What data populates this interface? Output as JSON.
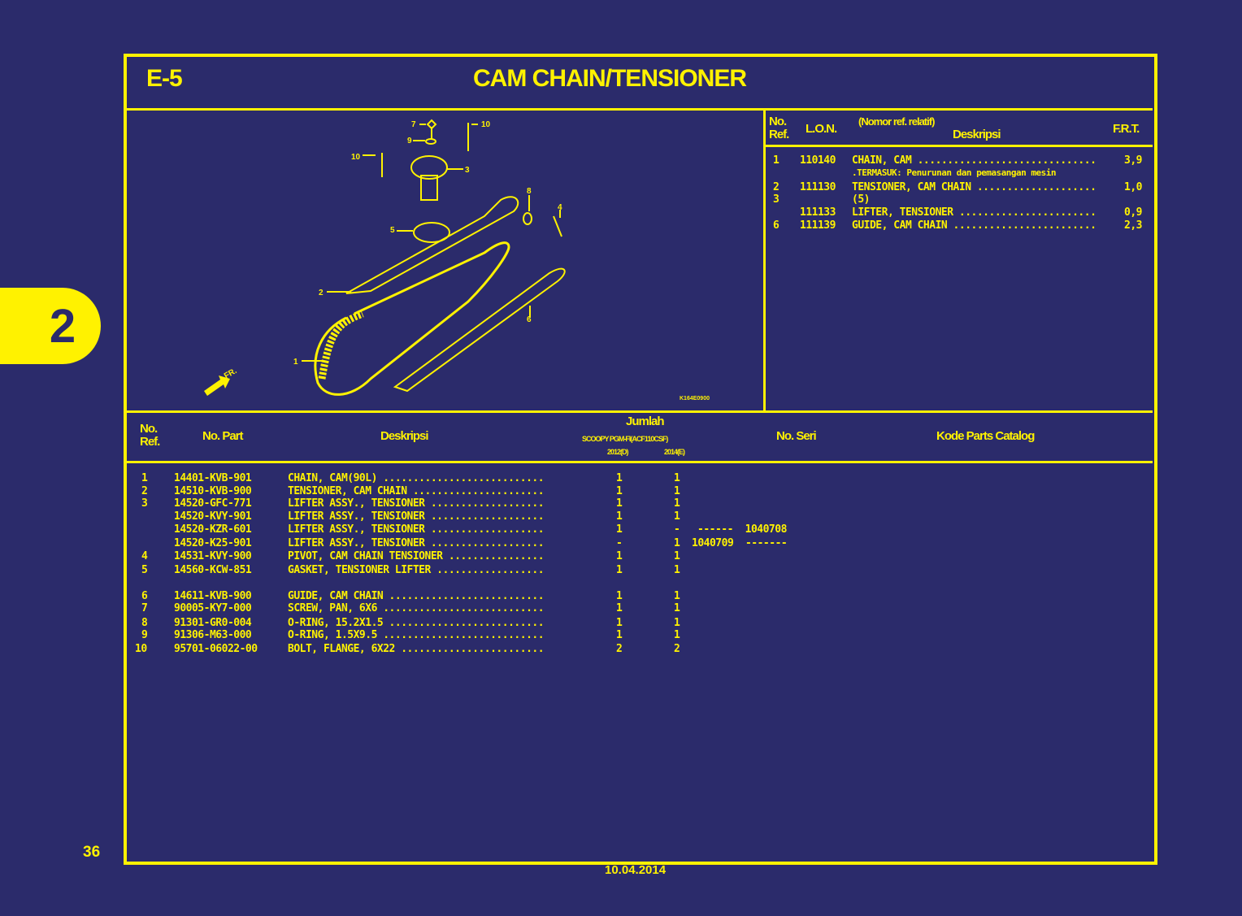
{
  "section_tab": "2",
  "page_number": "36",
  "date": "10.04.2014",
  "header": {
    "code": "E-5",
    "title": "CAM CHAIN/TENSIONER"
  },
  "diagram": {
    "callouts": [
      "1",
      "2",
      "3",
      "4",
      "5",
      "6",
      "7",
      "8",
      "9",
      "10",
      "10"
    ],
    "front_label": "FR.",
    "figure_code": "K164E0900"
  },
  "frt_table": {
    "headers": {
      "ref": "No.\nRef.",
      "lon": "L.O.N.",
      "note": "(Nomor ref. relatif)",
      "desc": "Deskripsi",
      "frt": "F.R.T."
    },
    "rows": [
      {
        "ref": "1",
        "lon": "110140",
        "desc": "CHAIN, CAM ..............................",
        "frt": "3,9"
      },
      {
        "ref": "",
        "lon": "",
        "desc": ".TERMASUK: Penurunan dan pemasangan mesin",
        "frt": ""
      },
      {
        "ref": "2",
        "lon": "111130",
        "desc": "TENSIONER, CAM CHAIN ....................",
        "frt": "1,0"
      },
      {
        "ref": "3",
        "lon": "",
        "desc": "(5)",
        "frt": ""
      },
      {
        "ref": "",
        "lon": "111133",
        "desc": "LIFTER, TENSIONER .......................",
        "frt": "0,9"
      },
      {
        "ref": "6",
        "lon": "111139",
        "desc": "GUIDE, CAM CHAIN ........................",
        "frt": "2,3"
      }
    ]
  },
  "parts_table": {
    "headers": {
      "ref": "No.\nRef.",
      "part": "No. Part",
      "desc": "Deskripsi",
      "qty": "Jumlah",
      "model": "SCOOPY PGM-FI(ACF110CSF)",
      "year1": "2012(D)",
      "year2": "2014(E)",
      "serial": "No. Seri",
      "catalog": "Kode Parts Catalog"
    },
    "rows": [
      {
        "ref": "1",
        "part": "14401-KVB-901",
        "desc": "CHAIN, CAM(90L) ...........................",
        "q1": "1",
        "q2": "1",
        "serial": ""
      },
      {
        "ref": "2",
        "part": "14510-KVB-900",
        "desc": "TENSIONER, CAM CHAIN ......................",
        "q1": "1",
        "q2": "1",
        "serial": ""
      },
      {
        "ref": "3",
        "part": "14520-GFC-771",
        "desc": "LIFTER ASSY., TENSIONER ...................",
        "q1": "1",
        "q2": "1",
        "serial": ""
      },
      {
        "ref": "",
        "part": "14520-KVY-901",
        "desc": "LIFTER ASSY., TENSIONER ...................",
        "q1": "1",
        "q2": "1",
        "serial": ""
      },
      {
        "ref": "",
        "part": "14520-KZR-601",
        "desc": "LIFTER ASSY., TENSIONER ...................",
        "q1": "1",
        "q2": "-",
        "serial": "------  1040708"
      },
      {
        "ref": "",
        "part": "14520-K25-901",
        "desc": "LIFTER ASSY., TENSIONER ...................",
        "q1": "-",
        "q2": "1",
        "serial": "1040709  -------"
      },
      {
        "ref": "4",
        "part": "14531-KVY-900",
        "desc": "PIVOT, CAM CHAIN TENSIONER ................",
        "q1": "1",
        "q2": "1",
        "serial": ""
      },
      {
        "ref": "5",
        "part": "14560-KCW-851",
        "desc": "GASKET, TENSIONER LIFTER ..................",
        "q1": "1",
        "q2": "1",
        "serial": ""
      },
      {
        "ref": "6",
        "part": "14611-KVB-900",
        "desc": "GUIDE, CAM CHAIN ..........................",
        "q1": "1",
        "q2": "1",
        "serial": ""
      },
      {
        "ref": "7",
        "part": "90005-KY7-000",
        "desc": "SCREW, PAN, 6X6 ...........................",
        "q1": "1",
        "q2": "1",
        "serial": ""
      },
      {
        "ref": "8",
        "part": "91301-GR0-004",
        "desc": "O-RING, 15.2X1.5 ..........................",
        "q1": "1",
        "q2": "1",
        "serial": ""
      },
      {
        "ref": "9",
        "part": "91306-M63-000",
        "desc": "O-RING, 1.5X9.5 ...........................",
        "q1": "1",
        "q2": "1",
        "serial": ""
      },
      {
        "ref": "10",
        "part": "95701-06022-00",
        "desc": "BOLT, FLANGE, 6X22 ........................",
        "q1": "2",
        "q2": "2",
        "serial": ""
      }
    ]
  },
  "colors": {
    "background": "#2b2b6b",
    "accent": "#fff200"
  }
}
